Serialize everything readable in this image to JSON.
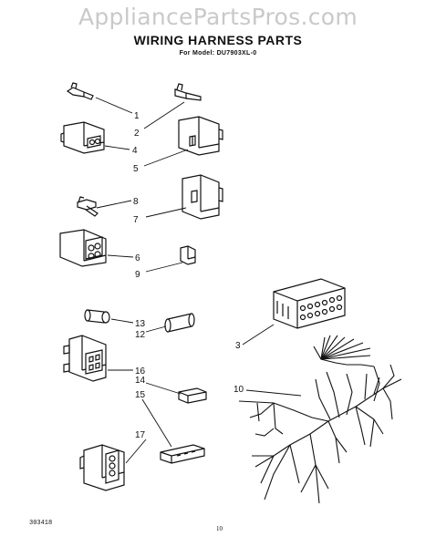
{
  "watermark": "AppliancePartsPros.com",
  "diagram": {
    "title": "WIRING HARNESS PARTS",
    "subtitle": "For Model: DU7903XL-0",
    "callouts": [
      "1",
      "2",
      "4",
      "5",
      "8",
      "7",
      "6",
      "9",
      "3",
      "13",
      "12",
      "10",
      "16",
      "14",
      "15",
      "17"
    ]
  },
  "footer": {
    "code": "303418",
    "page": "10"
  }
}
